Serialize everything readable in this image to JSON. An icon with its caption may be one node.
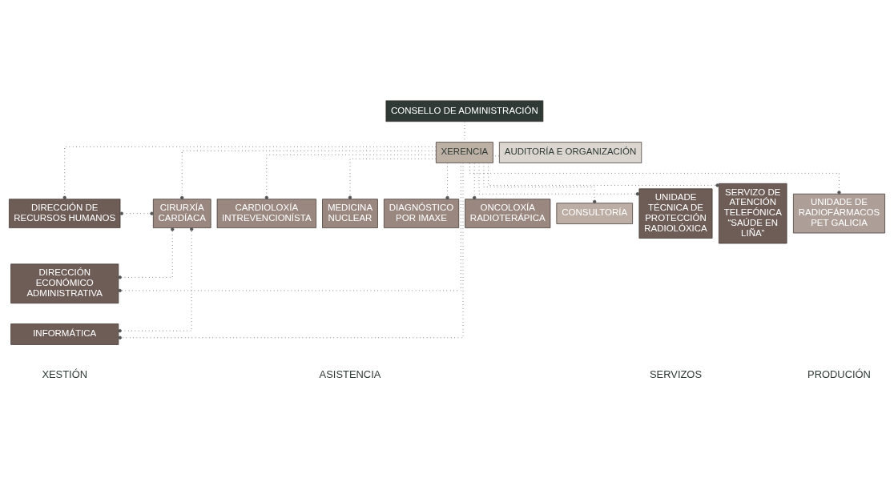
{
  "diagram": {
    "nodes": [
      {
        "text": [
          "CONSELLO DE ADMINISTRACIÓN"
        ]
      },
      {
        "text": [
          "XERENCIA"
        ]
      },
      {
        "text": [
          "AUDITORÍA E ORGANIZACIÓN"
        ]
      },
      {
        "text": [
          "DIRECCIÓN DE RECURSOS HUMANOS"
        ]
      },
      {
        "text": [
          "DIRECCIÓN ECONÓMICO ADMINISTRATIVA"
        ]
      },
      {
        "text": [
          "INFORMÁTICA"
        ]
      },
      {
        "text": [
          "CIRURXÍA CARDÍACA"
        ]
      },
      {
        "text": [
          "CARDIOLOXÍA INTREVENCIONÍSTA"
        ]
      },
      {
        "text": [
          "MEDICINA NUCLEAR"
        ]
      },
      {
        "text": [
          "DIAGNÓSTICO POR IMAXE"
        ]
      },
      {
        "text": [
          "ONCOLOXÍA RADIOTERÁPICA"
        ]
      },
      {
        "text": [
          "CONSULTORÍA"
        ]
      },
      {
        "text": [
          "UNIDADE TÉCNICA DE PROTECCIÓN RADIOLÓXICA"
        ]
      },
      {
        "text": [
          "SERVIZO DE ATENCIÓN TELEFÓNICA “SAÚDE EN LIÑA”"
        ]
      },
      {
        "text": [
          "UNIDADE DE RADIOFÁRMACOS PET GALICIA"
        ]
      }
    ],
    "edges": [
      {
        "from": 0,
        "to": 1,
        "arrow": "none"
      },
      {
        "from": 2,
        "to": 1,
        "arrow": "none"
      },
      {
        "from": 1,
        "to": 3,
        "arrow": "other"
      },
      {
        "from": 1,
        "to": 4,
        "arrow": "other"
      },
      {
        "from": 1,
        "to": 5,
        "arrow": "other"
      },
      {
        "from": 1,
        "to": 6,
        "arrow": "other"
      },
      {
        "from": 1,
        "to": 7,
        "arrow": "other"
      },
      {
        "from": 1,
        "to": 8,
        "arrow": "other"
      },
      {
        "from": 1,
        "to": 9,
        "arrow": "other"
      },
      {
        "from": 1,
        "to": 10,
        "arrow": "other"
      },
      {
        "from": 1,
        "to": 11,
        "arrow": "other"
      },
      {
        "from": 1,
        "to": 12,
        "arrow": "other"
      },
      {
        "from": 1,
        "to": 13,
        "arrow": "other"
      },
      {
        "from": 1,
        "to": 14,
        "arrow": "other"
      },
      {
        "from": 3,
        "to": 6,
        "arrow": "other"
      },
      {
        "from": 4,
        "to": 6,
        "arrow": "other"
      },
      {
        "from": 5,
        "to": 6,
        "arrow": "other"
      }
    ],
    "labels": [
      "XESTIÓN",
      "ASISTENCIA",
      "SERVIZOS",
      "PRODUCIÓN"
    ]
  }
}
